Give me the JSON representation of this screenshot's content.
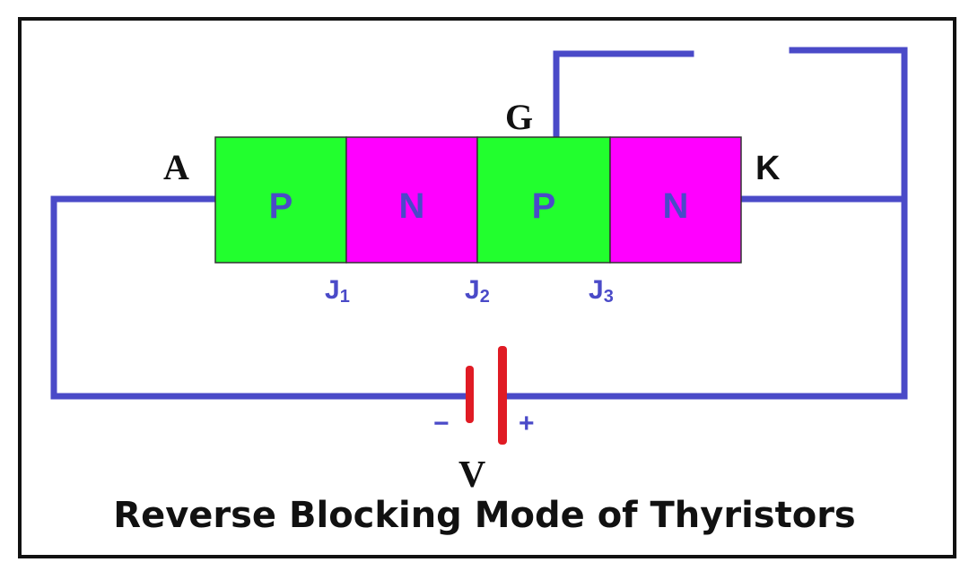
{
  "title": "Reverse Blocking Mode of Thyristors",
  "terminals": {
    "anode": "A",
    "cathode": "K",
    "gate": "G"
  },
  "layers": [
    "P",
    "N",
    "P",
    "N"
  ],
  "junctions": [
    {
      "letter": "J",
      "index": "1"
    },
    {
      "letter": "J",
      "index": "2"
    },
    {
      "letter": "J",
      "index": "3"
    }
  ],
  "battery": {
    "label": "V",
    "minus": "−",
    "plus": "+"
  },
  "colors": {
    "p_layer": "#22ff2e",
    "n_layer": "#ff00ff",
    "layer_text": "#4a4ac8",
    "wire": "#4a4ac8",
    "battery": "#e01b24",
    "frame": "#111111"
  }
}
